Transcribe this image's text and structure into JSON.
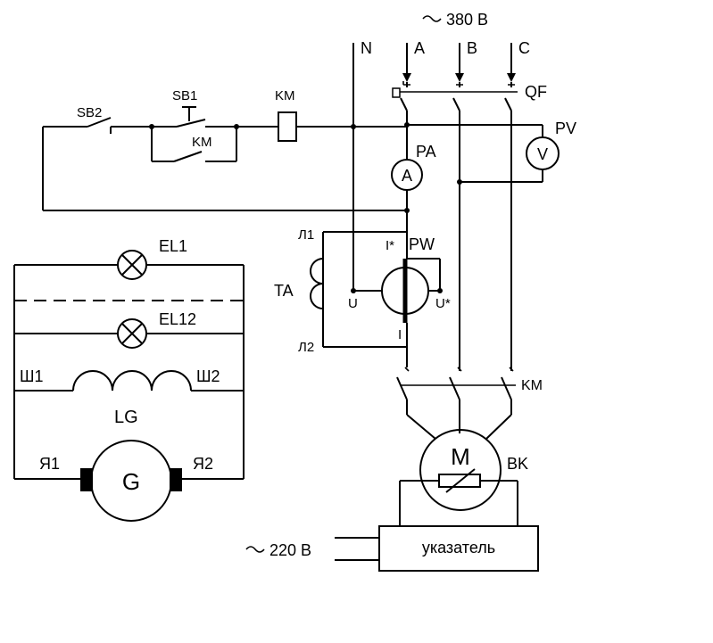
{
  "supply": {
    "main_voltage": "380 В",
    "aux_voltage": "220 В",
    "tilde": "~",
    "phases": {
      "n": "N",
      "a": "A",
      "b": "B",
      "c": "C"
    }
  },
  "labels": {
    "qf": "QF",
    "pv": "PV",
    "pv_symbol": "V",
    "pa": "PA",
    "pa_symbol": "A",
    "sb1": "SB1",
    "sb2": "SB2",
    "km_coil": "KM",
    "km_hold": "KM",
    "km_main": "KM",
    "pw": "PW",
    "pw_i_star": "I*",
    "pw_u": "U",
    "pw_u_star": "U*",
    "pw_i": "I",
    "ta": "TA",
    "l1": "Л1",
    "l2": "Л2",
    "el1": "EL1",
    "el12": "EL12",
    "sh1": "Ш1",
    "sh2": "Ш2",
    "lg": "LG",
    "ya1": "Я1",
    "ya2": "Я2",
    "g_symbol": "G",
    "motor_symbol": "M",
    "bk": "BK",
    "indicator": "указатель"
  },
  "icons": {
    "lamp": "crossed-circle-lamp-icon",
    "meter": "circle-meter-icon",
    "coil": "inductor-coil-icon",
    "contact": "switch-contact-icon"
  }
}
